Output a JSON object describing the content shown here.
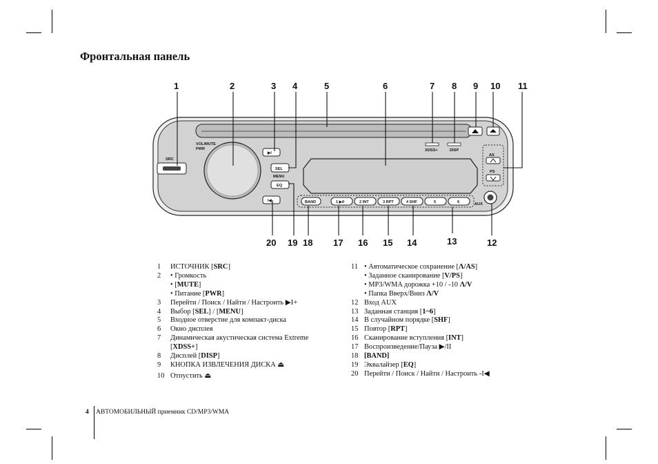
{
  "page_title": "Фронтальная панель",
  "callouts_top": [
    "1",
    "2",
    "3",
    "4",
    "5",
    "6",
    "7",
    "8",
    "9",
    "10",
    "11"
  ],
  "callouts_bottom": [
    "20",
    "19",
    "18",
    "17",
    "16",
    "15",
    "14",
    "13",
    "12"
  ],
  "panel_labels": {
    "vol": "VOL/MUTE",
    "pwr": "PWR",
    "src": "SRC",
    "xdss": "XDSS+",
    "disp": "DISP",
    "menu": "MENU",
    "as": "AS",
    "ps": "PS",
    "band": "BAND",
    "aux": "AUX",
    "presets": [
      "1 ▶II",
      "2 INT",
      "3 RPT",
      "4 SHF",
      "5",
      "6"
    ]
  },
  "legend_left": [
    {
      "num": "1",
      "lines": [
        "ИСТОЧНИК [SRC]"
      ]
    },
    {
      "num": "2",
      "lines": [
        "• Громкость",
        "• [MUTE]",
        "• Питание [PWR]"
      ]
    },
    {
      "num": "3",
      "lines": [
        "Перейти / Поиск / Найти / Настроить ▶I+"
      ]
    },
    {
      "num": "4",
      "lines": [
        "Выбор [SEL] / [MENU]"
      ]
    },
    {
      "num": "5",
      "lines": [
        "Входное отверстие для компакт-диска"
      ]
    },
    {
      "num": "6",
      "lines": [
        "Окно дисплея"
      ]
    },
    {
      "num": "7",
      "lines": [
        "Динамическая акустическая система Extreme",
        "[XDSS+]"
      ]
    },
    {
      "num": "8",
      "lines": [
        "Дисплей [DISP]"
      ]
    },
    {
      "num": "9",
      "lines": [
        "КНОПКА ИЗВЛЕЧЕНИЯ ДИСКА ⏏"
      ]
    },
    {
      "num": "10",
      "lines": [
        "Отпустить ⏏"
      ]
    }
  ],
  "legend_right": [
    {
      "num": "11",
      "lines": [
        "• Автоматическое сохранение [Λ/AS]",
        "• Заданное сканирование [V/PS]",
        "• MP3/WMA дорожка +10 / -10 Λ/V",
        "• Папка Вверх/Вниз Λ/V"
      ]
    },
    {
      "num": "12",
      "lines": [
        "Вход AUX"
      ]
    },
    {
      "num": "13",
      "lines": [
        "Заданная станция [1~6]"
      ]
    },
    {
      "num": "14",
      "lines": [
        "В случайном порядке [SHF]"
      ]
    },
    {
      "num": "15",
      "lines": [
        "Повтор [RPT]"
      ]
    },
    {
      "num": "16",
      "lines": [
        "Сканирование вступления [INT]"
      ]
    },
    {
      "num": "17",
      "lines": [
        "Воспроизведение/Пауза ▶/II"
      ]
    },
    {
      "num": "18",
      "lines": [
        "[BAND]"
      ]
    },
    {
      "num": "19",
      "lines": [
        "Эквалайзер [EQ]"
      ]
    },
    {
      "num": "20",
      "lines": [
        "Перейти / Поиск / Найти / Настроить -I◀"
      ]
    }
  ],
  "footer": {
    "page_number": "4",
    "text": "АВТОМОБИЛЬНЫЙ приемник CD/MP3/WMA"
  }
}
